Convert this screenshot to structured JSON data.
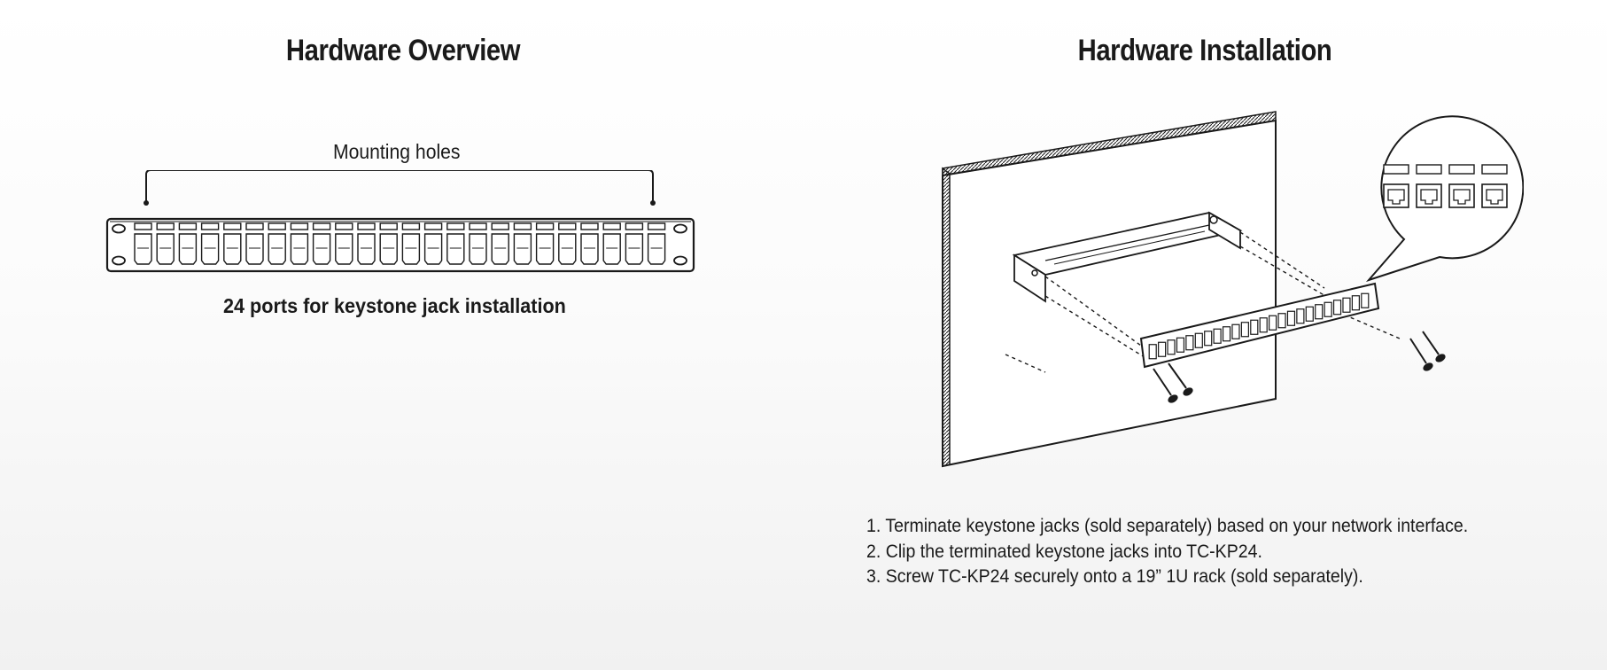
{
  "overview": {
    "title": "Hardware Overview",
    "mounting_label": "Mounting holes",
    "caption": "24 ports for keystone jack installation",
    "port_count": 24
  },
  "installation": {
    "title": "Hardware Installation",
    "steps": [
      "1. Terminate keystone jacks (sold separately) based on your network interface.",
      "2. Clip the terminated keystone jacks into TC-KP24.",
      "3. Screw TC-KP24 securely onto a 19” 1U rack (sold separately)."
    ]
  },
  "colors": {
    "line": "#1a1a1a",
    "accent_fill": "#ffffff"
  }
}
